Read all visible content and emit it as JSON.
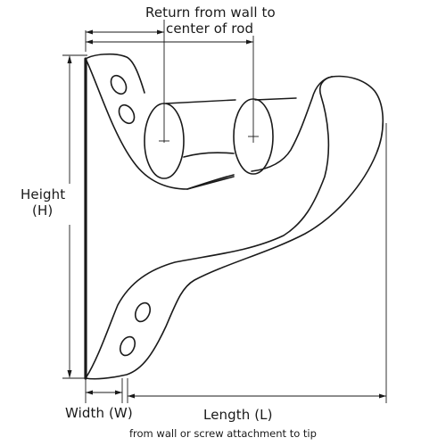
{
  "labels": {
    "return_line1": "Return from wall to",
    "return_line2": "center of rod",
    "height_line1": "Height",
    "height_line2": "(H)",
    "width": "Width (W)",
    "length": "Length (L)",
    "length_note": "from wall or screw attachment to tip"
  },
  "colors": {
    "line": "#1a1a1a",
    "background": "#ffffff"
  }
}
